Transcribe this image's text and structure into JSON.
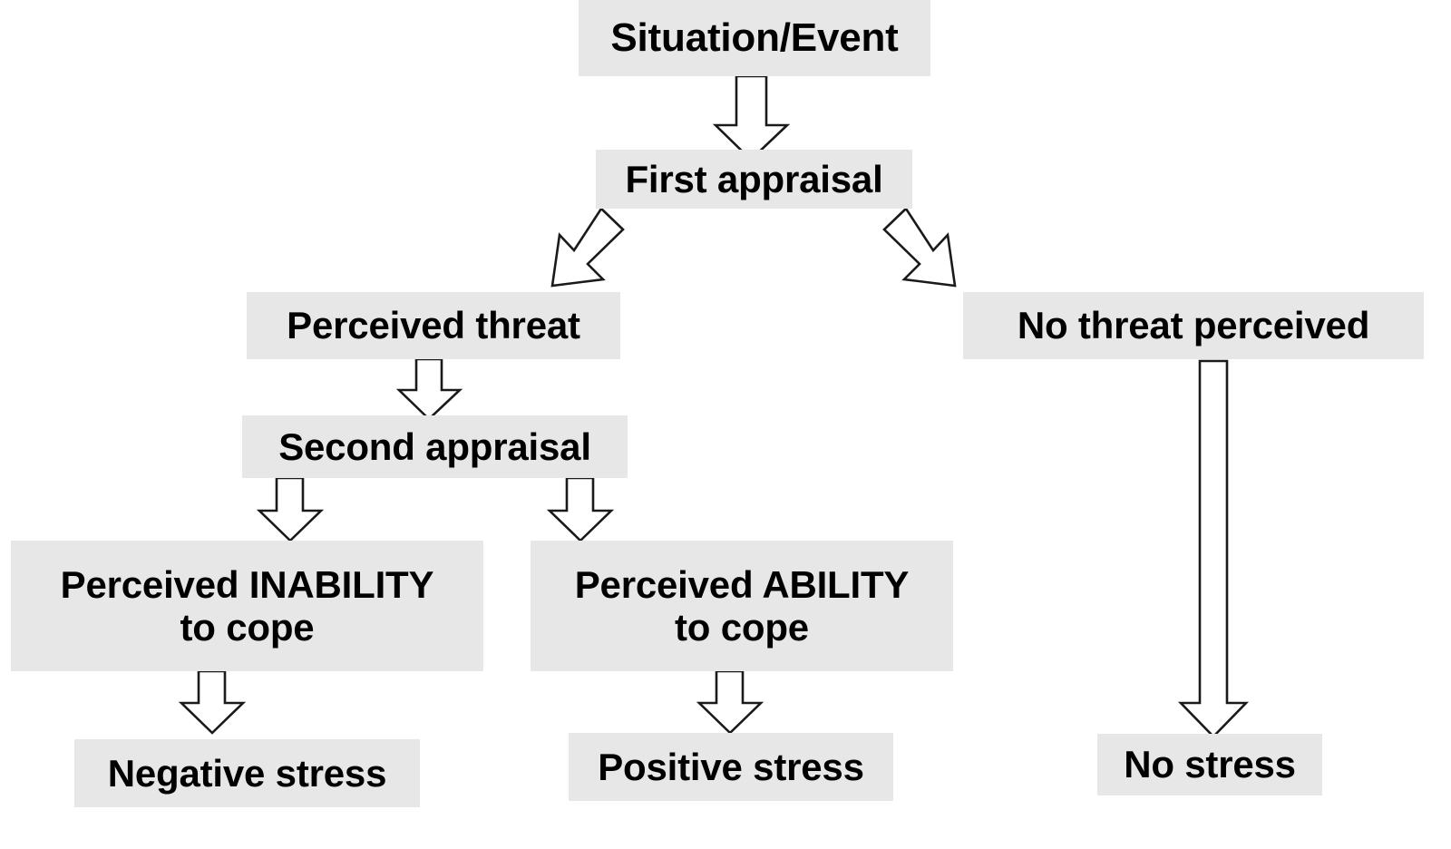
{
  "diagram": {
    "title": "Stress appraisal flowchart",
    "background_color": "#ffffff",
    "node_fill_color": "#e8e7e7",
    "node_text_color": "#000000",
    "arrow_fill_color": "#ffffff",
    "arrow_stroke_color": "#1a1a1a",
    "nodes": [
      {
        "id": "situation-event",
        "label": "Situation/Event"
      },
      {
        "id": "first-appraisal",
        "label": "First appraisal"
      },
      {
        "id": "perceived-threat",
        "label": "Perceived threat"
      },
      {
        "id": "no-threat-perceived",
        "label": "No threat perceived"
      },
      {
        "id": "second-appraisal",
        "label": "Second appraisal"
      },
      {
        "id": "perceived-inability",
        "label": "Perceived INABILITY\nto cope"
      },
      {
        "id": "perceived-ability",
        "label": "Perceived ABILITY\nto cope"
      },
      {
        "id": "negative-stress",
        "label": "Negative stress"
      },
      {
        "id": "positive-stress",
        "label": "Positive stress"
      },
      {
        "id": "no-stress",
        "label": "No stress"
      }
    ],
    "edges": [
      {
        "id": "edge-situation-to-first",
        "from": "Situation/Event",
        "to": "First appraisal",
        "style": "block-arrow-down"
      },
      {
        "id": "edge-first-to-threat",
        "from": "First appraisal",
        "to": "Perceived threat",
        "style": "block-arrow-diagonal-left"
      },
      {
        "id": "edge-first-to-nothreat",
        "from": "First appraisal",
        "to": "No threat perceived",
        "style": "block-arrow-diagonal-right"
      },
      {
        "id": "edge-threat-to-second",
        "from": "Perceived threat",
        "to": "Second appraisal",
        "style": "block-arrow-down"
      },
      {
        "id": "edge-second-to-inability",
        "from": "Second appraisal",
        "to": "Perceived INABILITY to cope",
        "style": "block-arrow-down"
      },
      {
        "id": "edge-second-to-ability",
        "from": "Second appraisal",
        "to": "Perceived ABILITY to cope",
        "style": "block-arrow-down"
      },
      {
        "id": "edge-inability-to-negative",
        "from": "Perceived INABILITY to cope",
        "to": "Negative stress",
        "style": "block-arrow-down"
      },
      {
        "id": "edge-ability-to-positive",
        "from": "Perceived ABILITY to cope",
        "to": "Positive stress",
        "style": "block-arrow-down"
      },
      {
        "id": "edge-nothreat-to-nostress",
        "from": "No threat perceived",
        "to": "No stress",
        "style": "block-arrow-down-long"
      }
    ]
  }
}
